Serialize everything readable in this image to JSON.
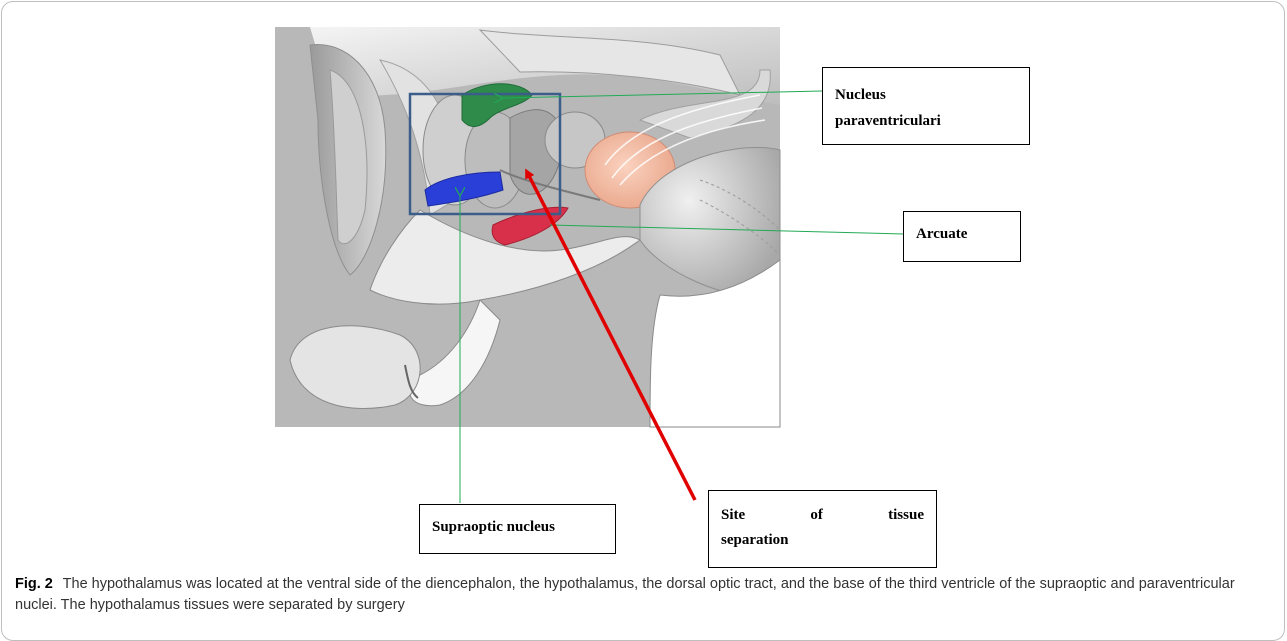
{
  "figure": {
    "labels": {
      "paraventricular": [
        "Nucleus",
        "paraventriculari"
      ],
      "arcuate": "Arcuate",
      "supraoptic": "Supraoptic nucleus",
      "site": [
        "Site",
        "of",
        "tissue",
        "separation"
      ]
    },
    "colors": {
      "paraventricular_nucleus": "#2e8b4a",
      "supraoptic_nucleus": "#2a3fd8",
      "arcuate_nucleus": "#d8304a",
      "site_arrow": "#e00000",
      "leader_lines": "#22aa55",
      "roi_box": "#3a5d8a",
      "pituitary": "#f2b8a0"
    }
  },
  "caption": {
    "label": "Fig. 2",
    "text": "The hypothalamus was located at the ventral side of the diencephalon, the hypothalamus, the dorsal optic tract, and the base of the third ventricle of the supraoptic and paraventricular nuclei. The hypothalamus tissues were separated by surgery"
  }
}
